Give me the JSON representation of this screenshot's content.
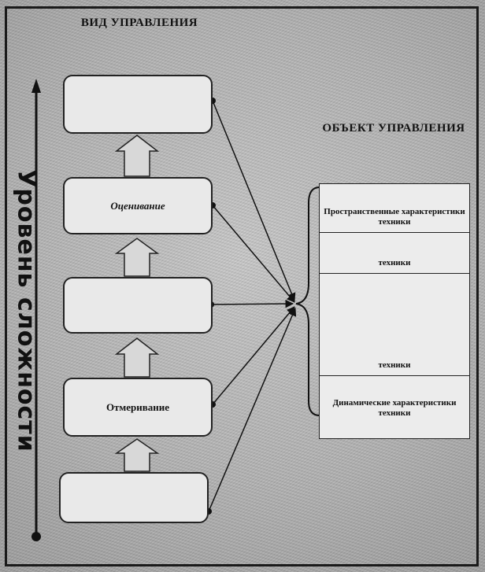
{
  "headers": {
    "control_type": "ВИД УПРАВЛЕНИЯ",
    "control_object": "ОБЪЕКТ УПРАВЛЕНИЯ"
  },
  "axis_label": "Уровень сложности",
  "control_levels": [
    {
      "label": ""
    },
    {
      "label": "Оценивание"
    },
    {
      "label": ""
    },
    {
      "label": "Отмеривание"
    },
    {
      "label": ""
    }
  ],
  "object_characteristics": [
    "Пространственные характеристики техники",
    "техники",
    "техники",
    "Динамические характеристики техники"
  ]
}
